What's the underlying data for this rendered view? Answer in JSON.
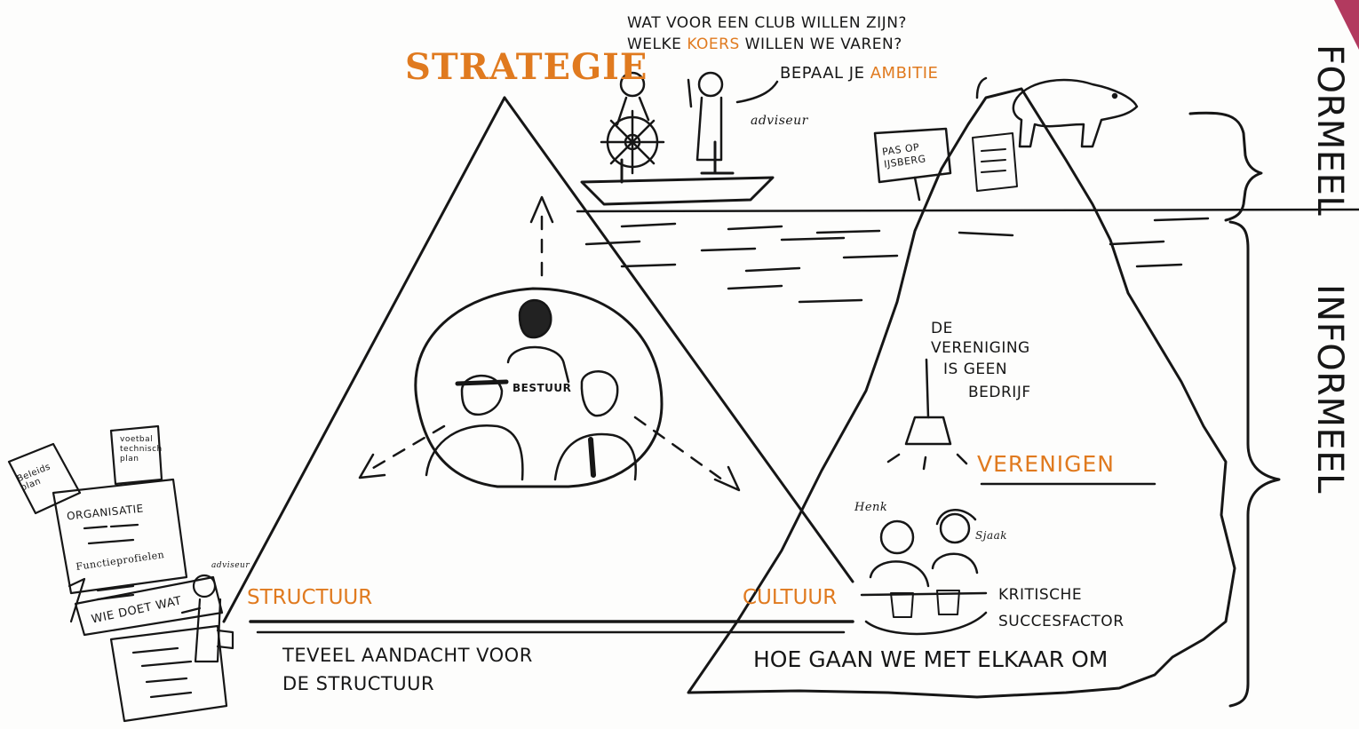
{
  "texts": {
    "strategie": "STRATEGIE",
    "club_line1": "WAT VOOR EEN CLUB WILLEN ZIJN?",
    "club_line2_pre": "WELKE ",
    "club_line2_koers": "KOERS",
    "club_line2_post": " WILLEN WE VAREN?",
    "ambitie_pre": "BEPAAL JE ",
    "ambitie_word": "AMBITIE",
    "adviseur": "adviseur",
    "sign": "PAS OP IJSBERG",
    "formeel": "FORMEEL",
    "informeel": "INFORMEEL",
    "vereniging_line1": "DE",
    "vereniging_line2": "VERENIGING",
    "vereniging_line3": "IS GEEN",
    "vereniging_line4": "BEDRIJF",
    "verenigen": "VERENIGEN",
    "bestuur": "BESTUUR",
    "henk": "Henk",
    "sjaak": "Sjaak",
    "kritische_line1": "KRITISCHE",
    "kritische_line2": "SUCCESFACTOR",
    "structuur": "STRUCTUUR",
    "cultuur": "CULTUUR",
    "teveel_line1": "TEVEEL AANDACHT VOOR",
    "teveel_line2": "DE STRUCTUUR",
    "hoe_gaan": "HOE GAAN WE MET ELKAAR OM",
    "beleidsplan": "Beleids plan",
    "technisch_plan": "voetbal technisch plan",
    "organisatie": "ORGANISATIE",
    "functieprofielen": "Functieprofielen",
    "wie_doet_wat": "WIE DOET WAT",
    "adviseur_small": "adviseur"
  },
  "colors": {
    "accent": "#e07a1f",
    "ink": "#161616",
    "corner": "#b23a5f"
  },
  "icons": [
    "ship-wheel-icon",
    "boat-icon",
    "polar-bear-icon",
    "lamp-icon",
    "beer-glass-icon"
  ]
}
